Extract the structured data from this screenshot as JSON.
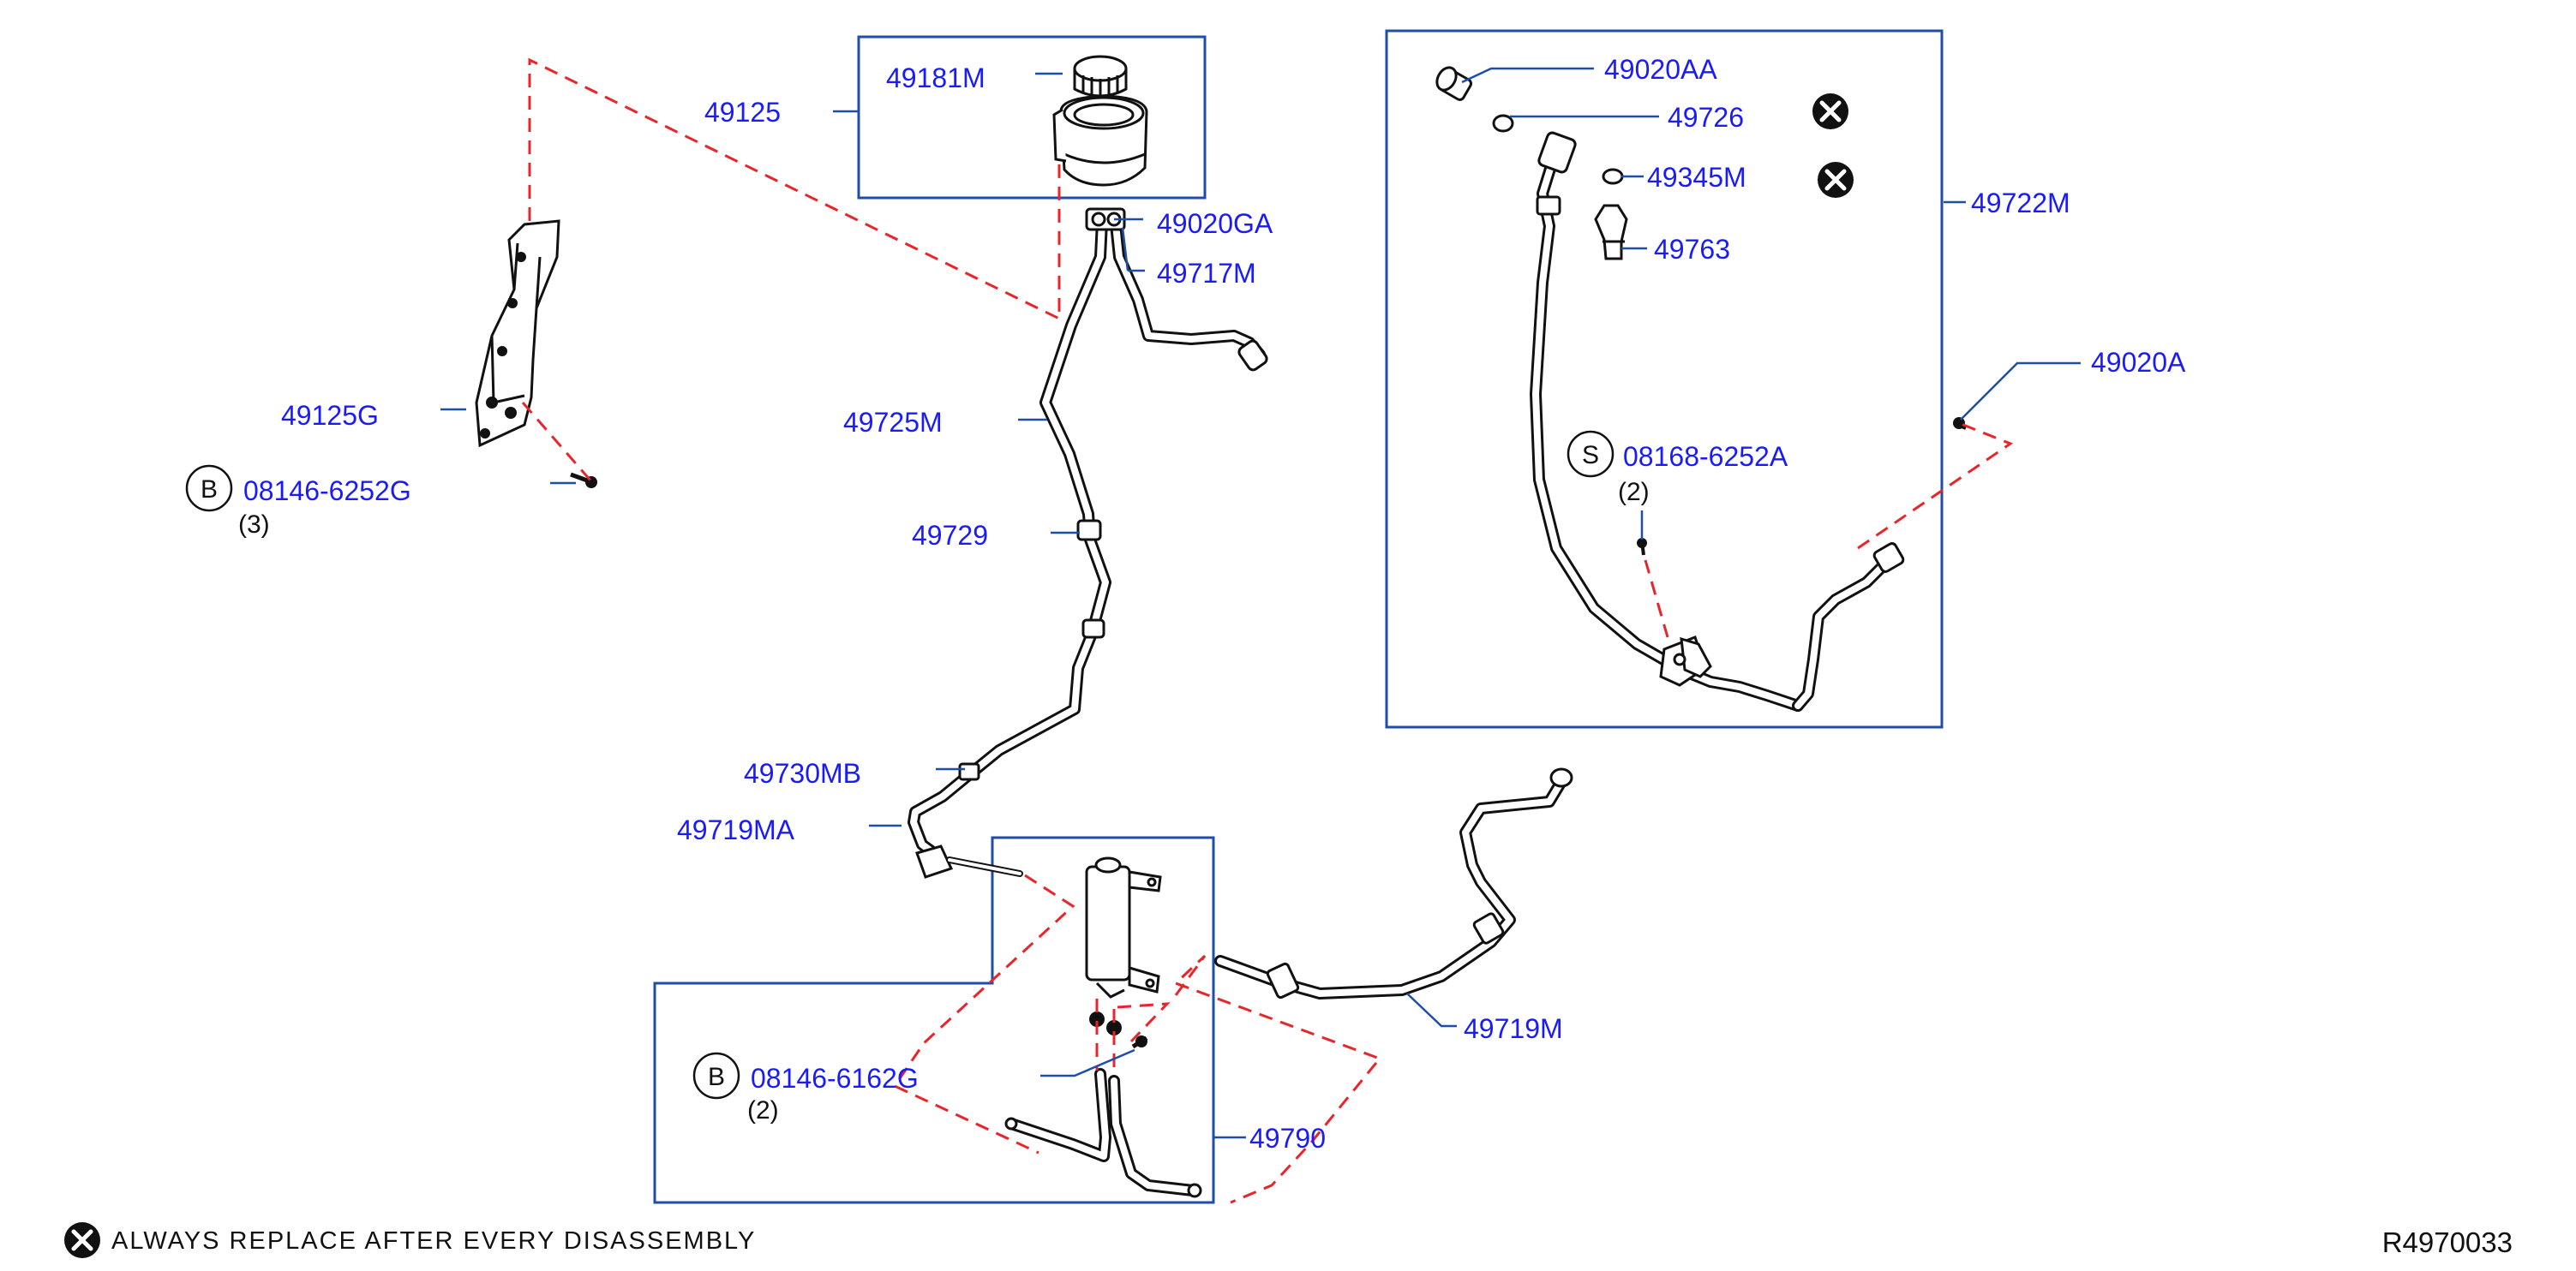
{
  "diagram_code": "R4970033",
  "legend": {
    "icon": "x-circle-icon",
    "text": "ALWAYS   REPLACE   AFTER   EVERY   DISASSEMBLY"
  },
  "bolt_marks": {
    "b1": "B",
    "b2": "B",
    "s1": "S"
  },
  "parts": {
    "p49125": "49125",
    "p49181M": "49181M",
    "p49020GA": "49020GA",
    "p49717M": "49717M",
    "p49725M": "49725M",
    "p49729": "49729",
    "p49730MB": "49730MB",
    "p49719MA": "49719MA",
    "p49125G": "49125G",
    "p08146_6252G": "08146-6252G",
    "q08146_6252G": "(3)",
    "p08146_6162G": "08146-6162G",
    "q08146_6162G": "(2)",
    "p49790": "49790",
    "p49719M": "49719M",
    "p49020AA": "49020AA",
    "p49726": "49726",
    "p49345M": "49345M",
    "p49763": "49763",
    "p49722M": "49722M",
    "p49020A": "49020A",
    "p08168_6252A": "08168-6252A",
    "q08168_6252A": "(2)"
  },
  "colors": {
    "label": "#1a1aff",
    "box": "#1f4ea8",
    "dash": "#e8252a",
    "ink": "#111111"
  }
}
